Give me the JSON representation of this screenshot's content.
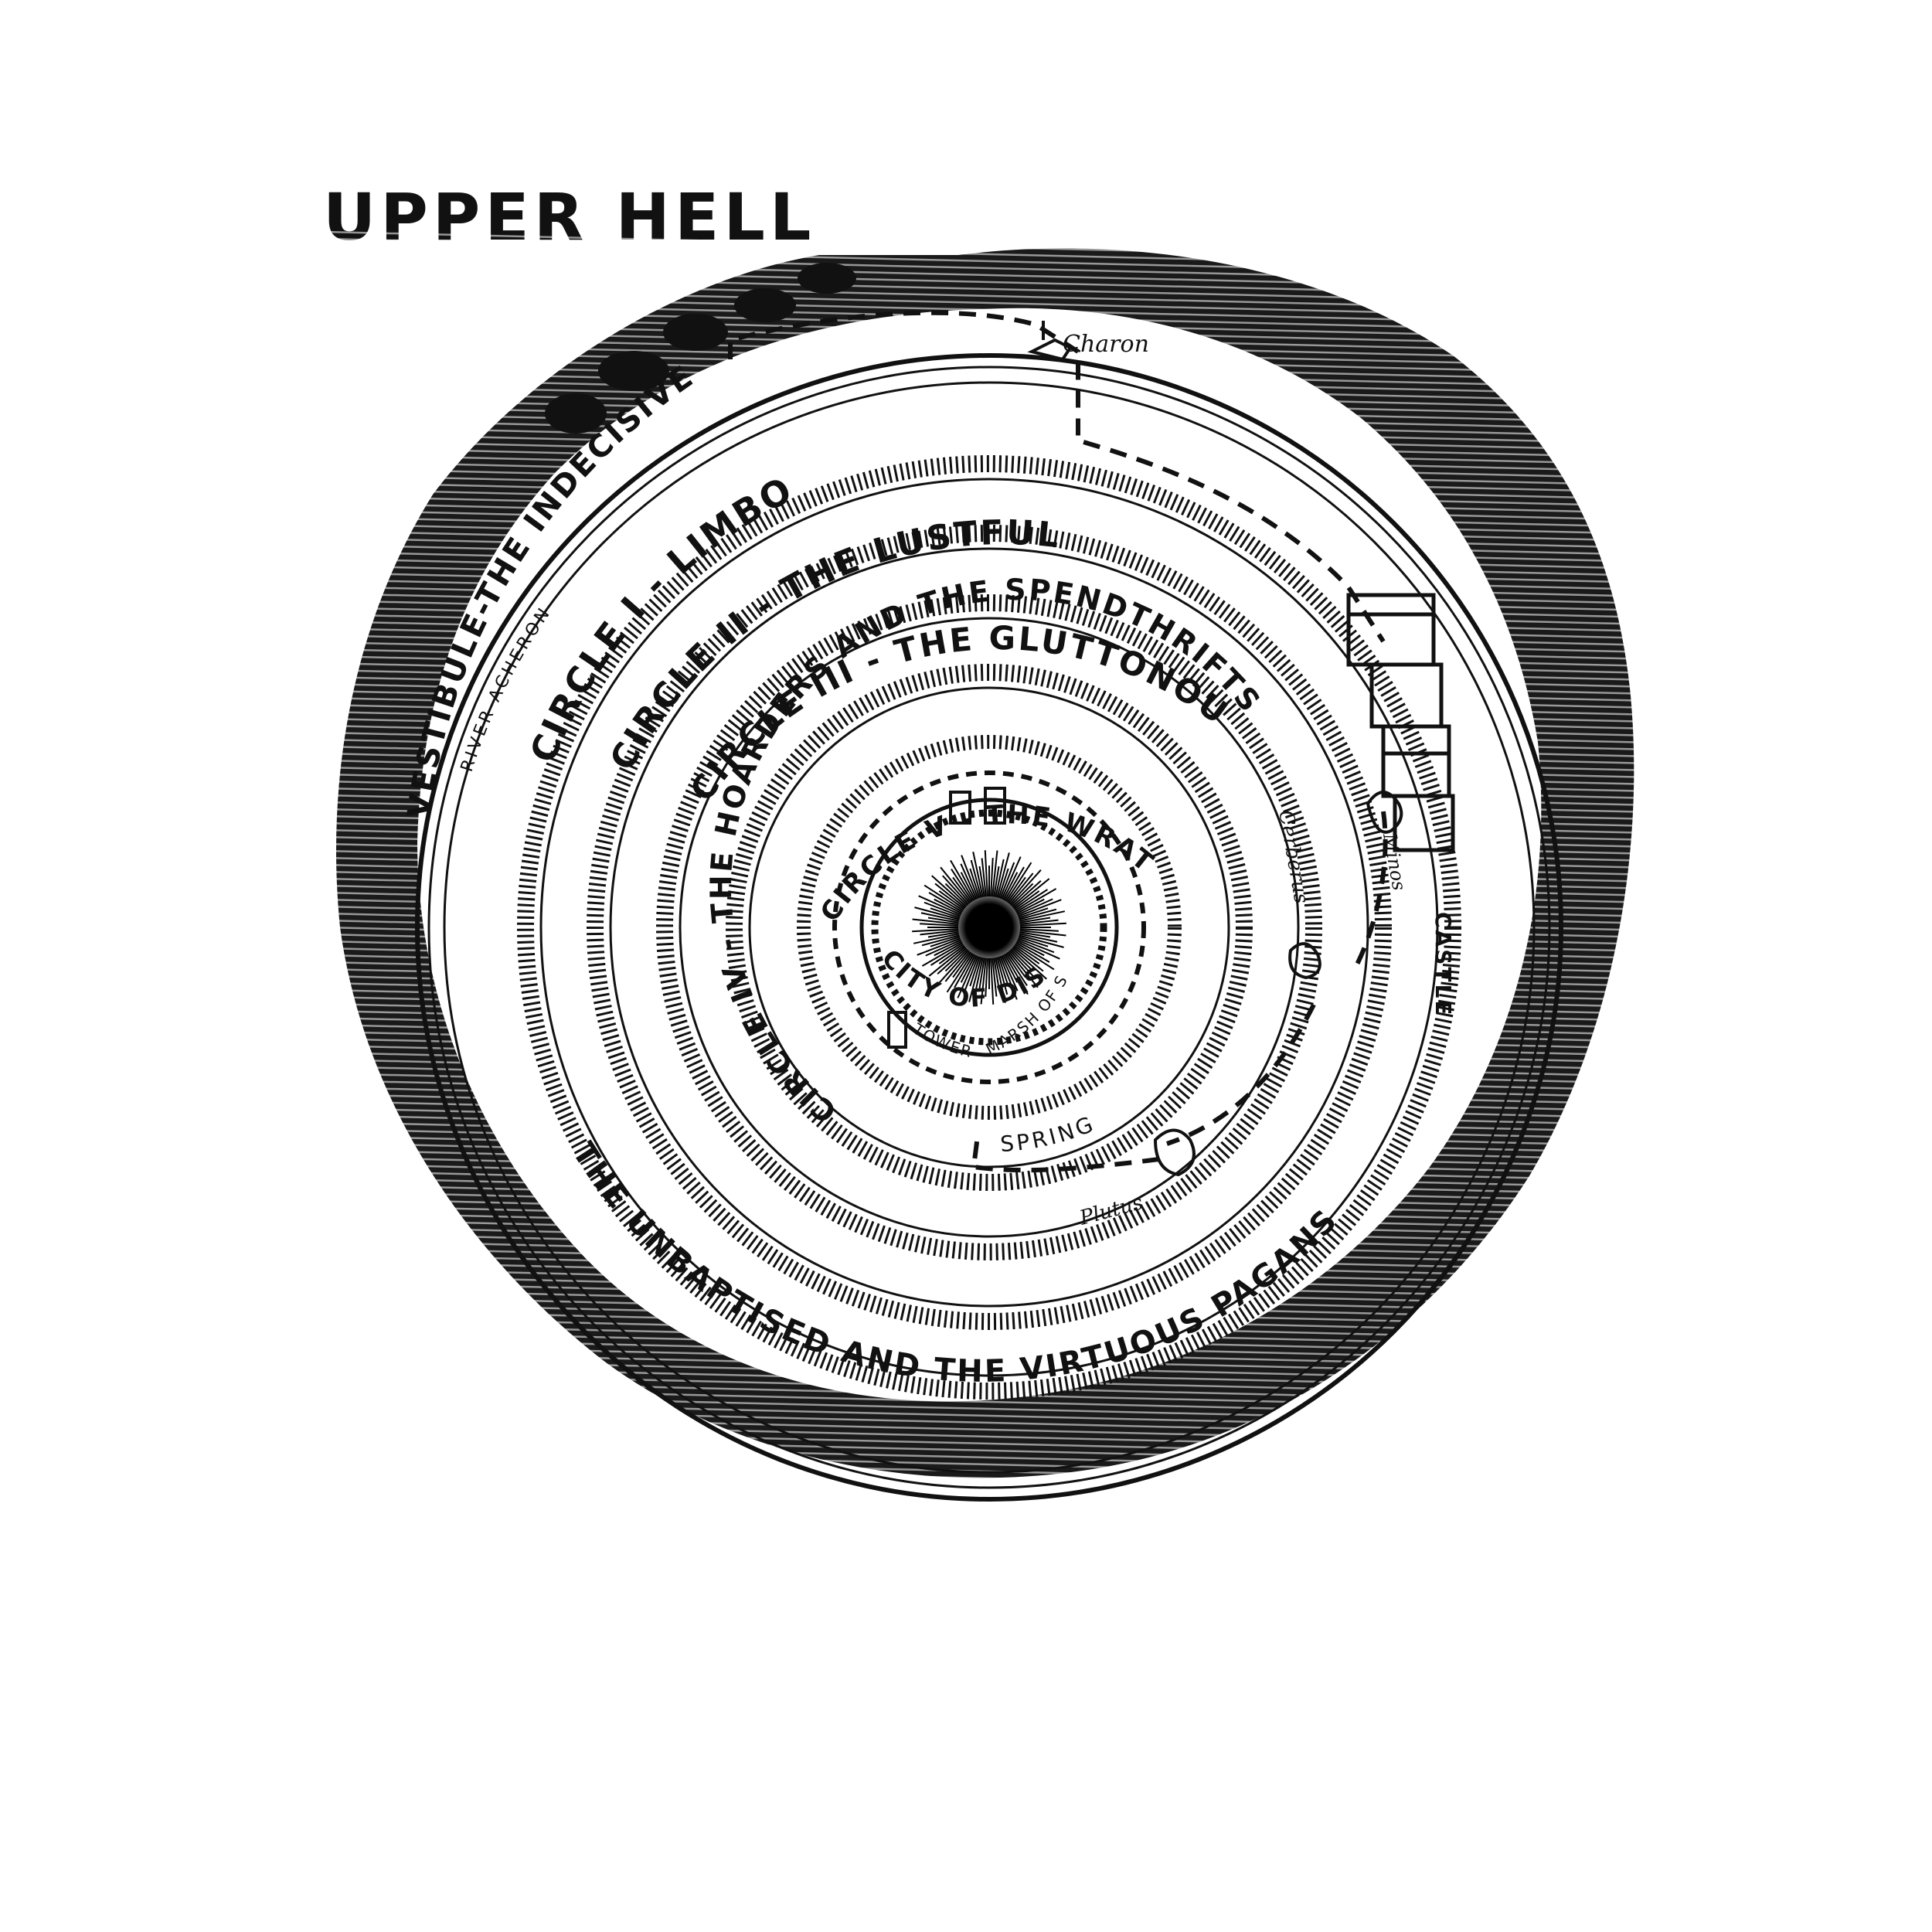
{
  "title": "UPPER HELL",
  "colors": {
    "ink": "#111111",
    "paper": "#ffffff"
  },
  "rings": {
    "vestibule": "VESTIBULE-THE INDECISIVE",
    "acheron": "RIVER ACHERON",
    "circle1": "CIRCLE I - LIMBO",
    "circle1_sub": "THE UNBAPTISED AND THE VIRTUOUS PAGANS",
    "circle2": "CIRCLE II - THE LUSTFUL",
    "circle3": "CIRCLE III - THE GLUTTONOUS",
    "circle4": "CIRCLE IV - THE HOARDERS AND THE SPENDTHRIFTS",
    "circle5": "CIRCLE V - THE WRATHFUL",
    "dis": "CITY OF DIS",
    "marsh": "MARSH OF STYX"
  },
  "places": {
    "charon": "Charon",
    "castle": "CASTLE",
    "minos": "Minos",
    "cerberus": "Cerberus",
    "plutus": "Plutus",
    "spring": "SPRING",
    "tower": "TOWER"
  },
  "icons": [
    "charon-boat-icon",
    "castle-icon",
    "minos-icon",
    "cerberus-icon",
    "plutus-icon",
    "tower-icon",
    "dis-gate-icon",
    "abyss-icon"
  ]
}
